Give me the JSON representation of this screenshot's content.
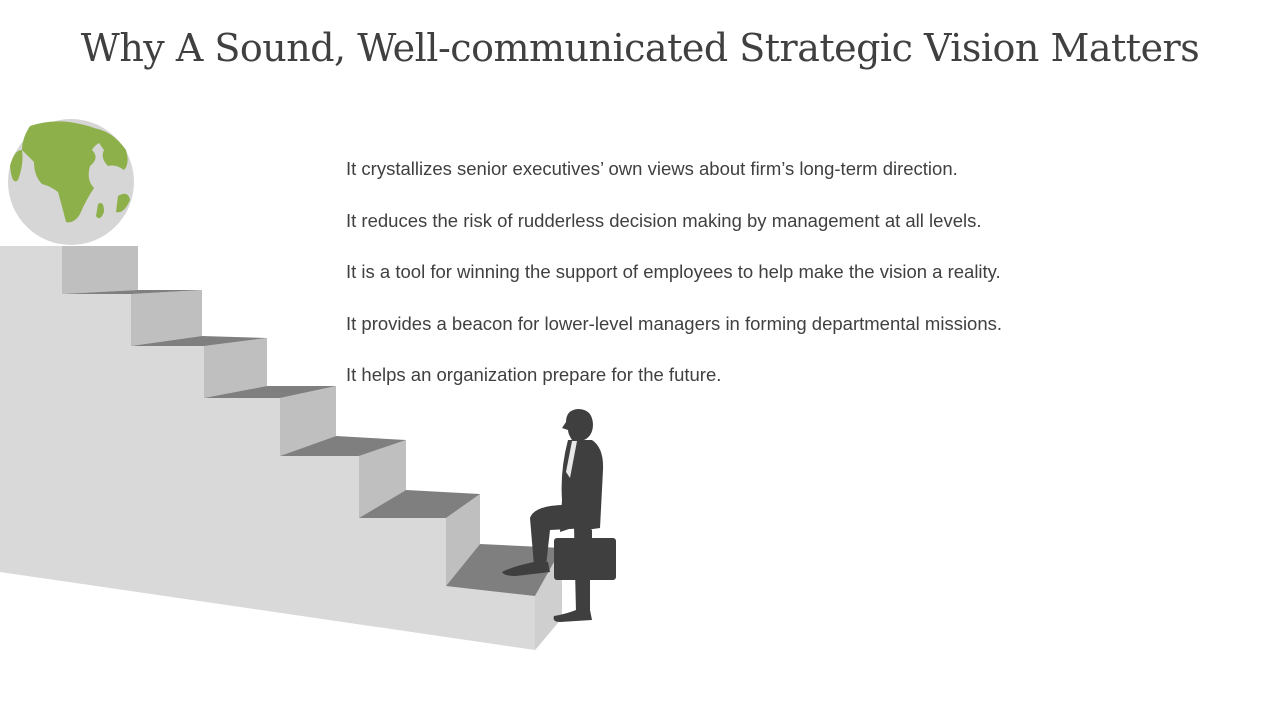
{
  "slide": {
    "title": "Why A Sound, Well-communicated Strategic Vision Matters",
    "bullets": [
      "It crystallizes senior executives’ own views about firm’s long-term direction.",
      "It reduces the risk of rudderless decision making by management at all levels.",
      "It is a tool for winning the support of employees to help make the vision a reality.",
      "It provides a beacon for lower-level managers in forming departmental missions.",
      "It helps an organization prepare for the future."
    ]
  },
  "illustration": {
    "icons": [
      "globe-icon",
      "staircase-graphic",
      "businessman-with-briefcase-icon"
    ],
    "colors": {
      "text": "#404040",
      "globe_land": "#8db04a",
      "globe_ocean": "#d6d6d6",
      "stair_front": "#d9d9d9",
      "stair_riser": "#bfbfbf",
      "stair_tread": "#7f7f7f",
      "silhouette": "#3f3f3f"
    }
  }
}
